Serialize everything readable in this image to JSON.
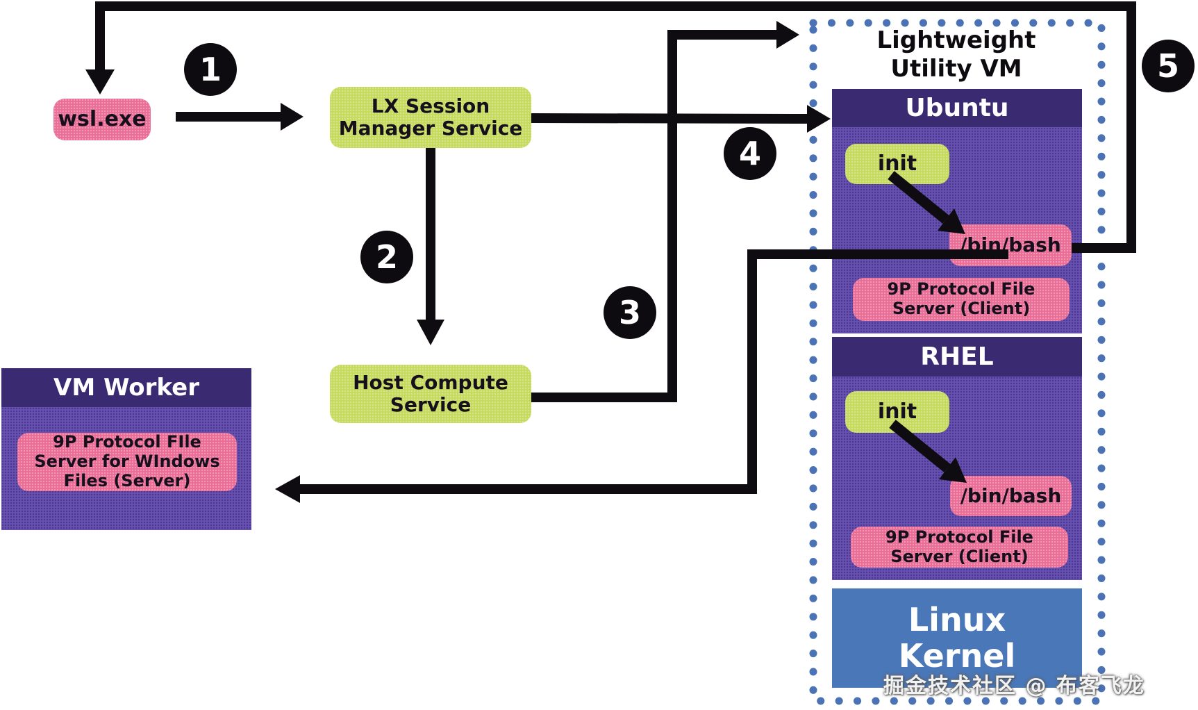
{
  "diagram": {
    "boxes": {
      "wsl": {
        "label": "wsl.exe"
      },
      "lx_session_manager": {
        "lines": [
          "LX Session",
          "Manager Service"
        ]
      },
      "host_compute": {
        "lines": [
          "Host Compute",
          "Service"
        ]
      },
      "vm_worker": {
        "title": "VM Worker",
        "server": {
          "lines": [
            "9P Protocol FIle",
            "Server for WIndows",
            "Files (Server)"
          ]
        }
      },
      "utility_vm": {
        "title_lines": [
          "Lightweight",
          "Utility VM"
        ],
        "ubuntu": {
          "title": "Ubuntu",
          "init": "init",
          "bash": "/bin/bash",
          "p9": {
            "lines": [
              "9P Protocol File",
              "Server (Client)"
            ]
          }
        },
        "rhel": {
          "title": "RHEL",
          "init": "init",
          "bash": "/bin/bash",
          "p9": {
            "lines": [
              "9P Protocol File",
              "Server (Client)"
            ]
          }
        },
        "kernel": {
          "lines": [
            "Linux",
            "Kernel"
          ]
        }
      }
    },
    "steps": {
      "s1": "1",
      "s2": "2",
      "s3": "3",
      "s4": "4",
      "s5": "5"
    },
    "watermark": "掘金技术社区 @ 布客飞龙",
    "colors": {
      "pink": "#e96d96",
      "green": "#c5da5c",
      "purple_body": "#6751b1",
      "purple_header": "#3a2a71",
      "kernel_blue": "#4a77b7",
      "dotted_border_blue": "#4a72b4",
      "line_black": "#0e0c10"
    }
  }
}
